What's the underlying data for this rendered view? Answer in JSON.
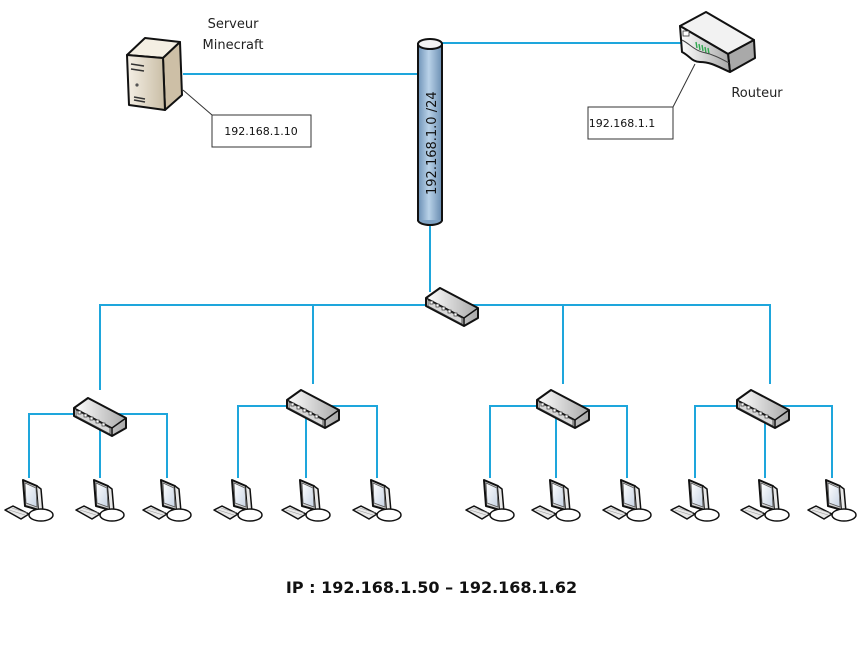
{
  "diagram": {
    "server": {
      "label_line1": "Serveur",
      "label_line2": "Minecraft",
      "ip": "192.168.1.10"
    },
    "router": {
      "label": "Routeur",
      "ip": "192.168.1.1"
    },
    "network_bus": {
      "label": "192.168.1.0 /24"
    },
    "footer": {
      "ip_range": "IP : 192.168.1.50 – 192.168.1.62"
    },
    "colors": {
      "link": "#1ea6dc",
      "bus_fill": "#9bbcd8"
    },
    "switch_groups": [
      {
        "clients": 3
      },
      {
        "clients": 3
      },
      {
        "clients": 3
      },
      {
        "clients": 3
      }
    ]
  }
}
